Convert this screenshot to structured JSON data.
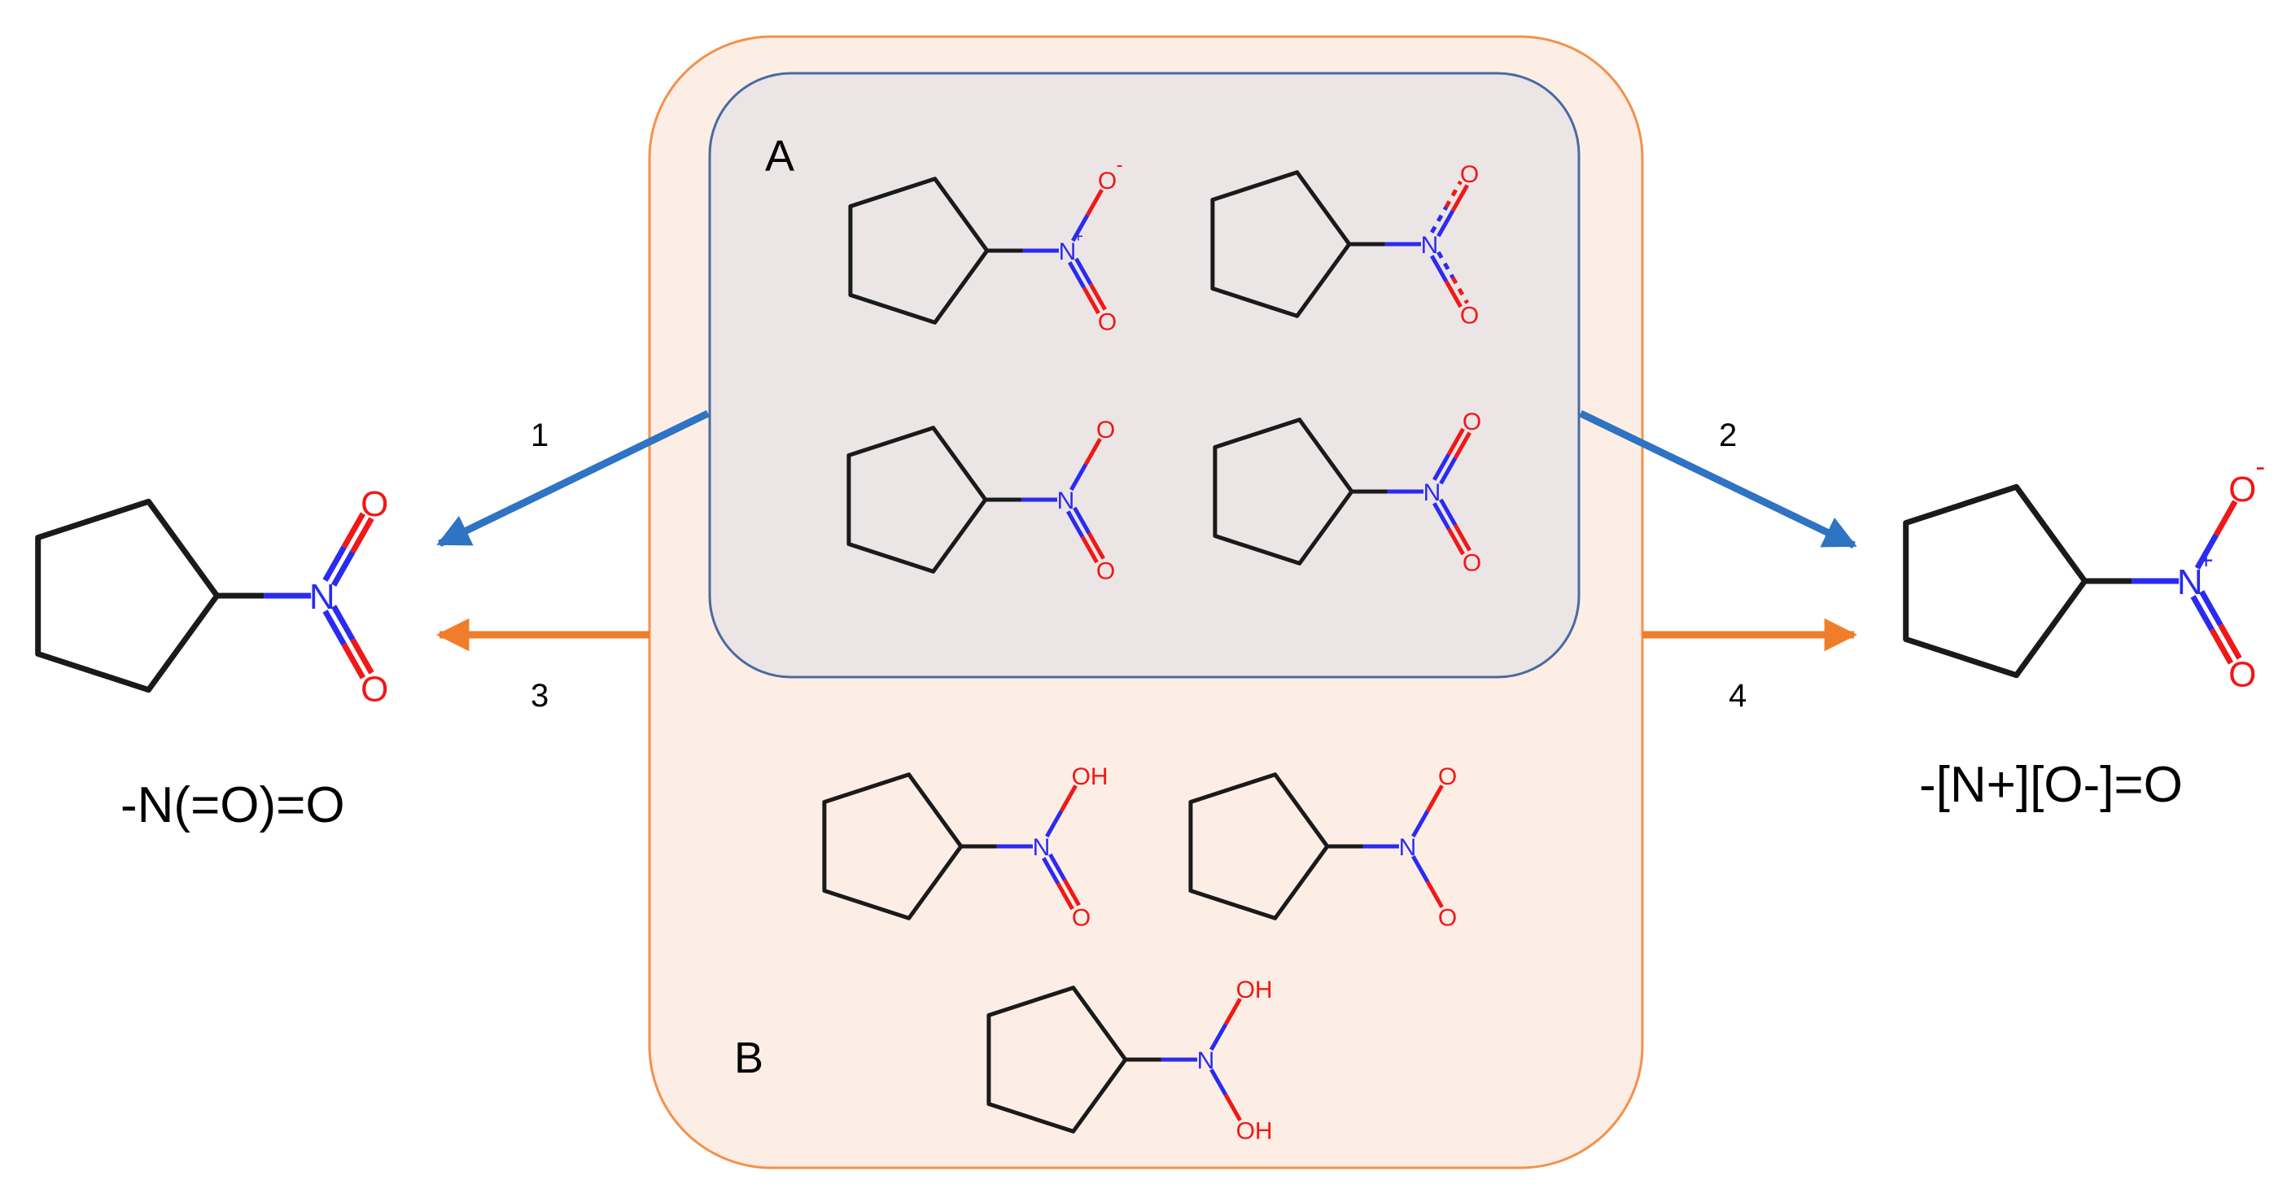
{
  "panels": {
    "a_label": "A",
    "b_label": "B"
  },
  "arrows": {
    "n1": "1",
    "n2": "2",
    "n3": "3",
    "n4": "4"
  },
  "left_product": {
    "smiles": "-N(=O)=O"
  },
  "right_product": {
    "smiles": "-[N+][O-]=O"
  },
  "atom_labels": {
    "N": "N",
    "O": "O",
    "OH": "OH",
    "plus": "+",
    "minus": "-"
  },
  "colors": {
    "outer_fill": "#fdeee5",
    "outer_stroke": "#f5904a",
    "inner_fill": "#ebe5e5",
    "inner_stroke": "#4a6aa0",
    "blue_arrow": "#2e73c4",
    "orange_arrow": "#f07d2a",
    "nitrogen": "#2b2bf0",
    "oxygen": "#f01818",
    "bond": "#1a1a1a"
  }
}
